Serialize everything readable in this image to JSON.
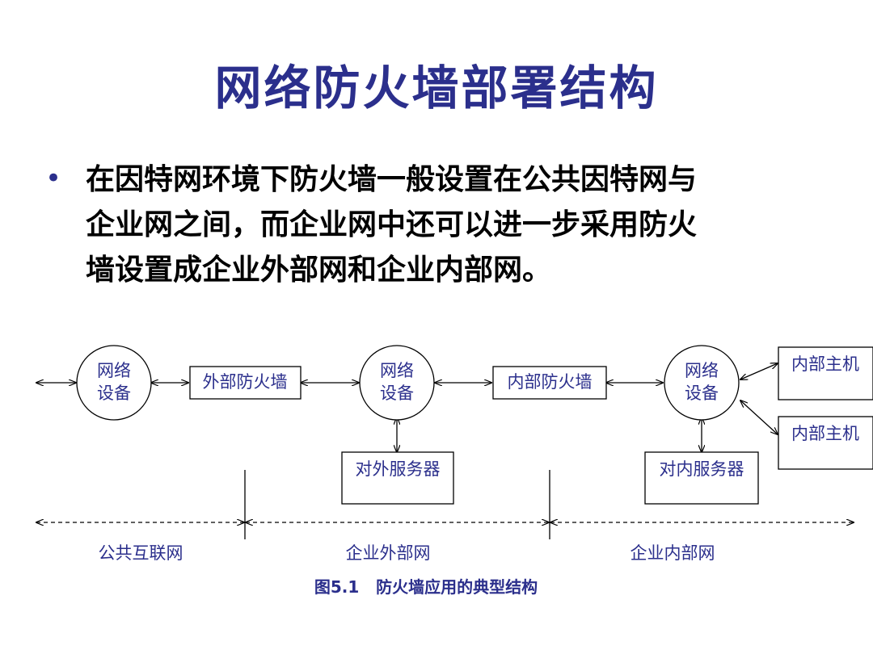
{
  "slide": {
    "title": "网络防火墙部署结构",
    "bullet_symbol": "•",
    "bullet_lines": [
      "在因特网环境下防火墙一般设置在公共因特网与",
      "企业网之间，而企业网中还可以进一步采用防火",
      "墙设置成企业外部网和企业内部网。"
    ]
  },
  "diagram": {
    "colors": {
      "text": "#2b2f8c",
      "line": "#000000"
    },
    "nodes": {
      "device1": [
        "网络",
        "设备"
      ],
      "device2": [
        "网络",
        "设备"
      ],
      "device3": [
        "网络",
        "设备"
      ],
      "external_firewall": "外部防火墙",
      "internal_firewall": "内部防火墙",
      "external_server": "对外服务器",
      "internal_server": "对内服务器",
      "host1": "内部主机",
      "host2": "内部主机"
    },
    "zones": [
      "公共互联网",
      "企业外部网",
      "企业内部网"
    ],
    "caption": "图5.1   防火墙应用的典型结构"
  }
}
